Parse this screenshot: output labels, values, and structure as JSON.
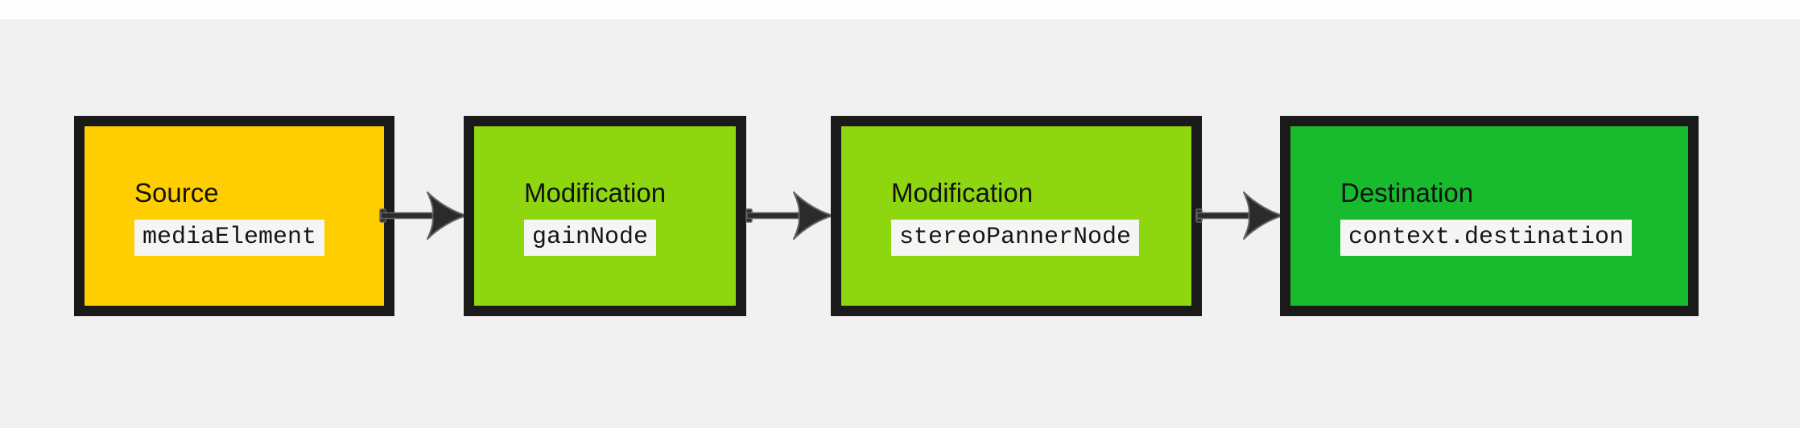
{
  "diagram": {
    "type": "flow",
    "description": "Audio node graph: source routed through modification nodes to destination",
    "nodes": [
      {
        "id": "source",
        "title": "Source",
        "code": "mediaElement",
        "fill": "#ffce00"
      },
      {
        "id": "modification-1",
        "title": "Modification",
        "code": "gainNode",
        "fill": "#8dd610"
      },
      {
        "id": "modification-2",
        "title": "Modification",
        "code": "stereoPannerNode",
        "fill": "#8dd610"
      },
      {
        "id": "destination",
        "title": "Destination",
        "code": "context.destination",
        "fill": "#18bb2d"
      }
    ],
    "connections": [
      {
        "from": "source",
        "to": "modification-1"
      },
      {
        "from": "modification-1",
        "to": "modification-2"
      },
      {
        "from": "modification-2",
        "to": "destination"
      }
    ]
  },
  "colors": {
    "bg": "#f1f1f2",
    "strip": "#fdfdfd",
    "border": "#1a1a1a",
    "arrow-fill": "#2b2b2b",
    "arrow-stroke": "#636363",
    "label-bg": "#f5f5f3",
    "title-color": "#121212",
    "code-color": "#151515"
  }
}
